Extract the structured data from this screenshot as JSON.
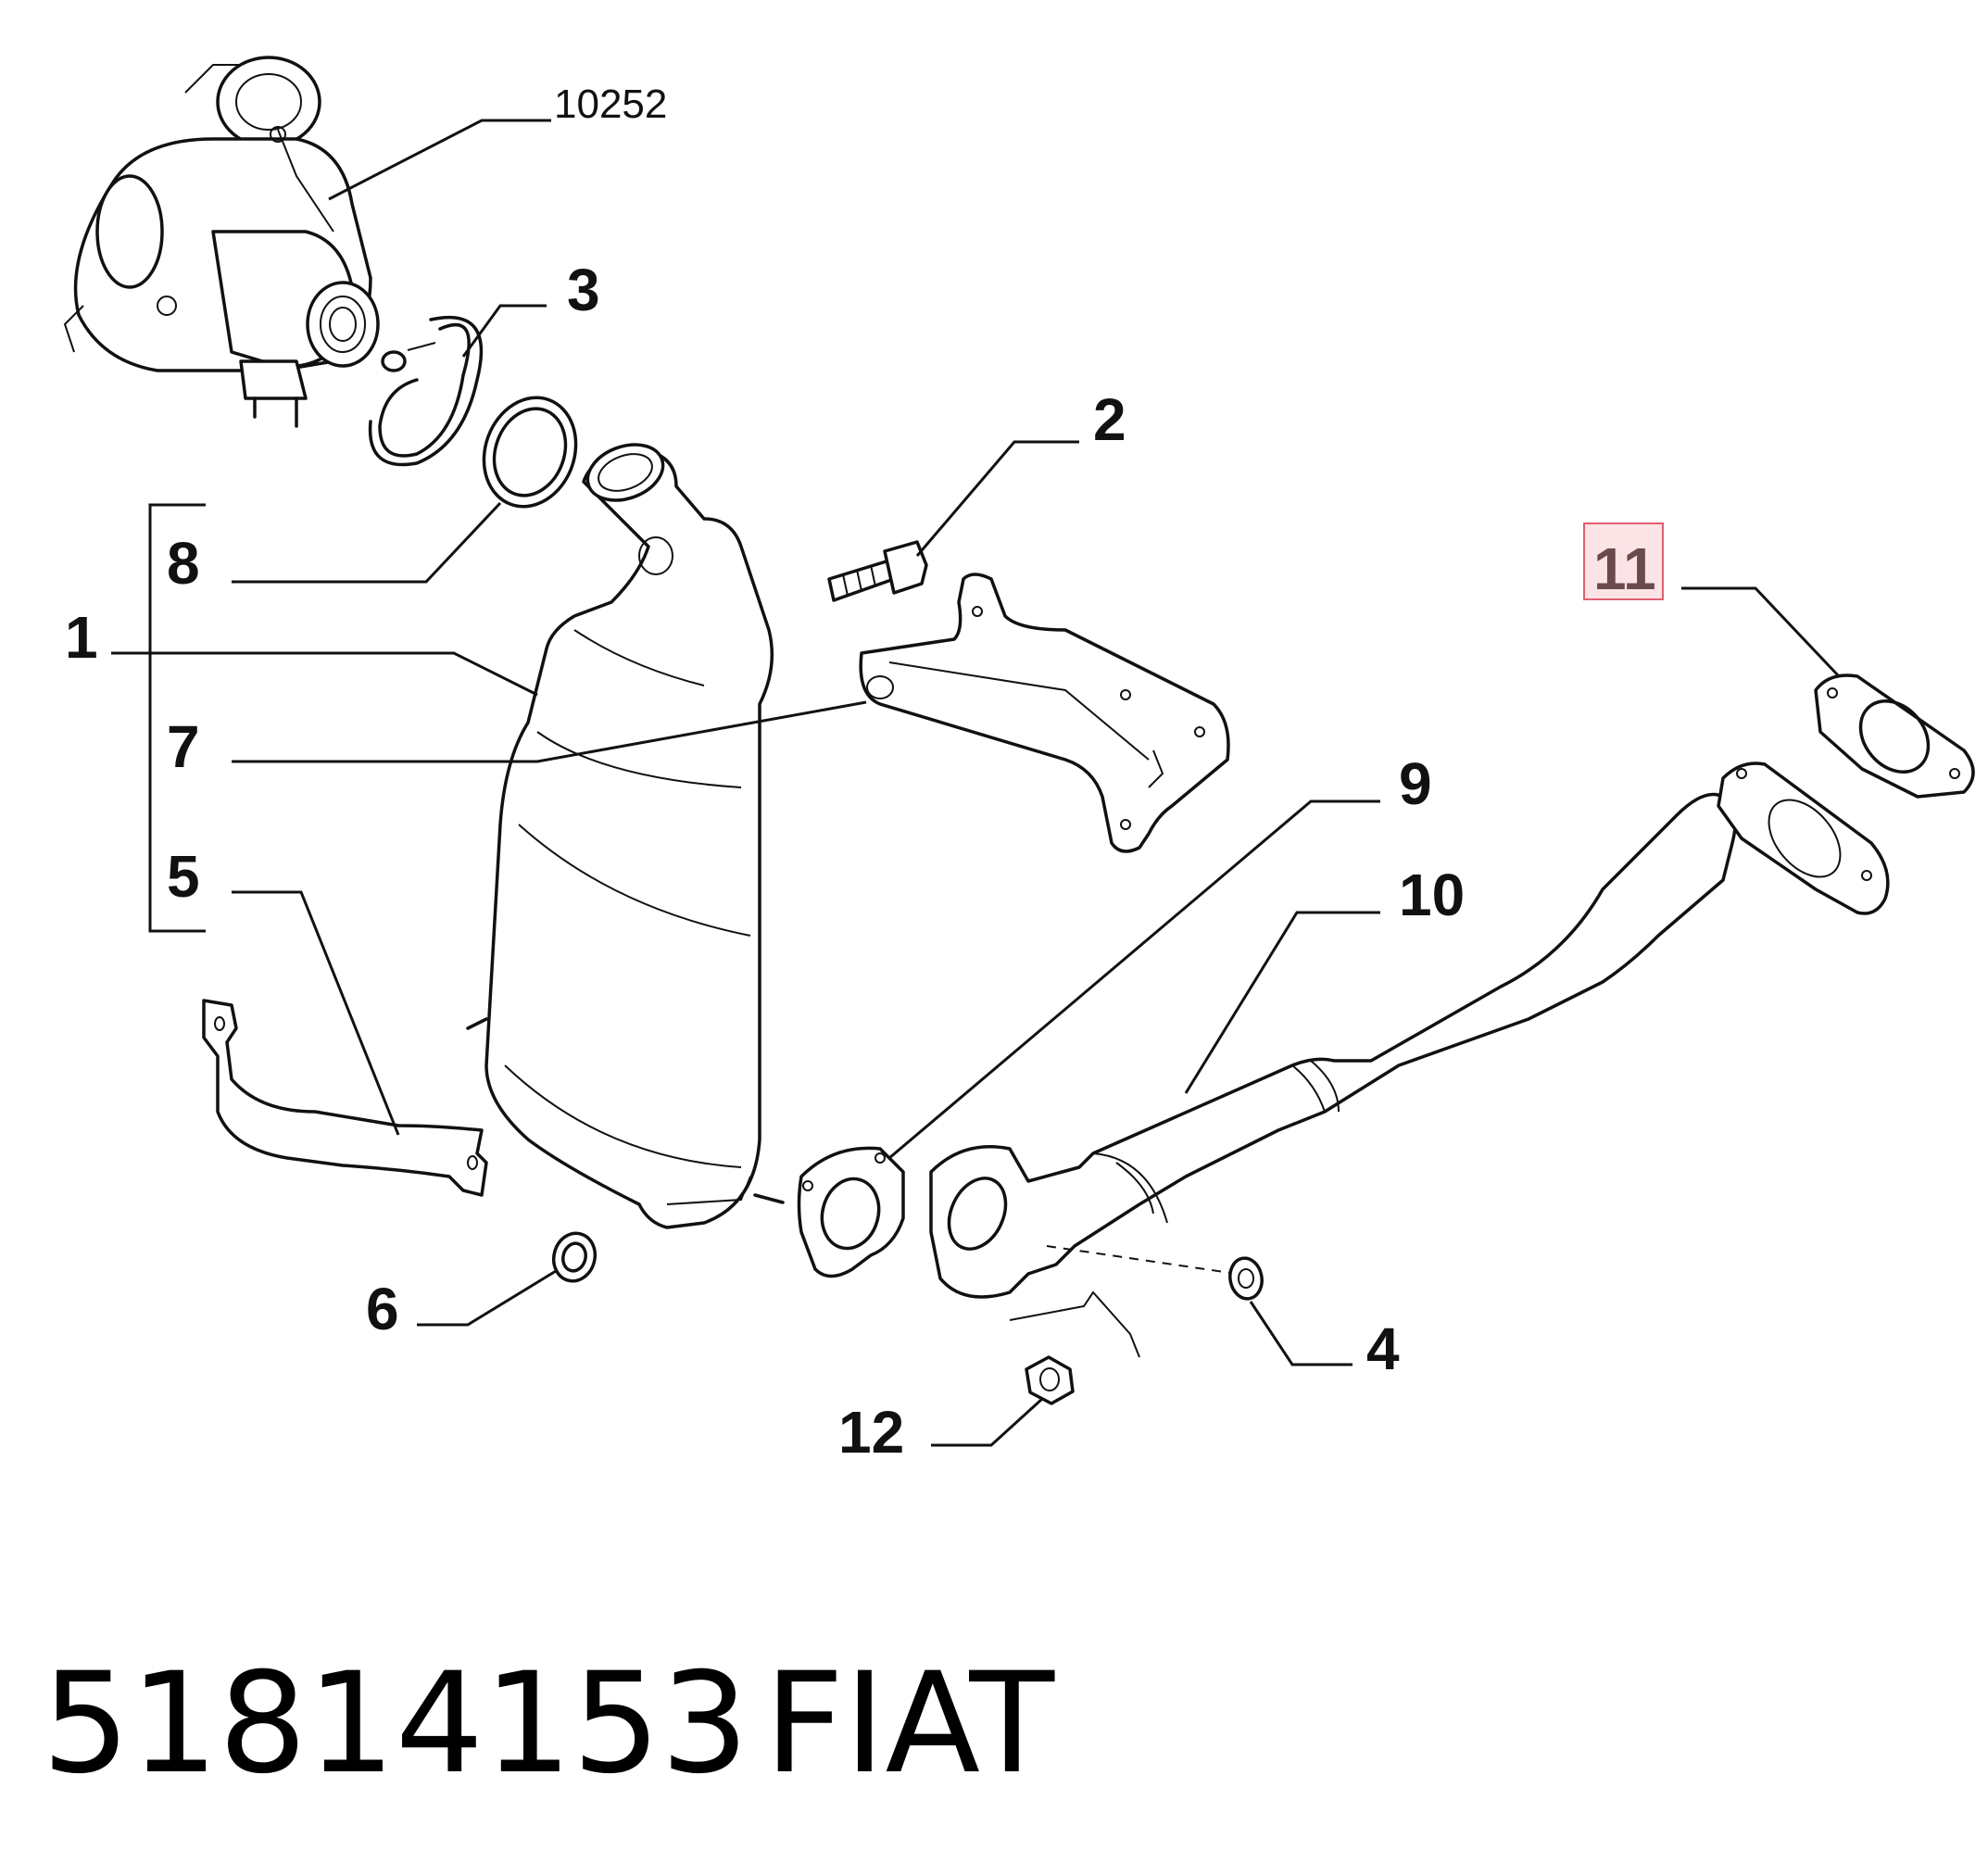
{
  "callouts": {
    "ref_10252": "10252",
    "c3": "3",
    "c2": "2",
    "c8": "8",
    "c1": "1",
    "c7": "7",
    "c5": "5",
    "c11": "11",
    "c9": "9",
    "c10": "10",
    "c6": "6",
    "c4": "4",
    "c12": "12"
  },
  "highlighted_callout": "11",
  "caption": {
    "part_number": "51814153",
    "brand": "FIAT"
  },
  "colors": {
    "line": "#111111",
    "highlight_fill": "#fbe3e6",
    "highlight_border": "#e06070",
    "highlight_text": "#6b4a4d"
  }
}
